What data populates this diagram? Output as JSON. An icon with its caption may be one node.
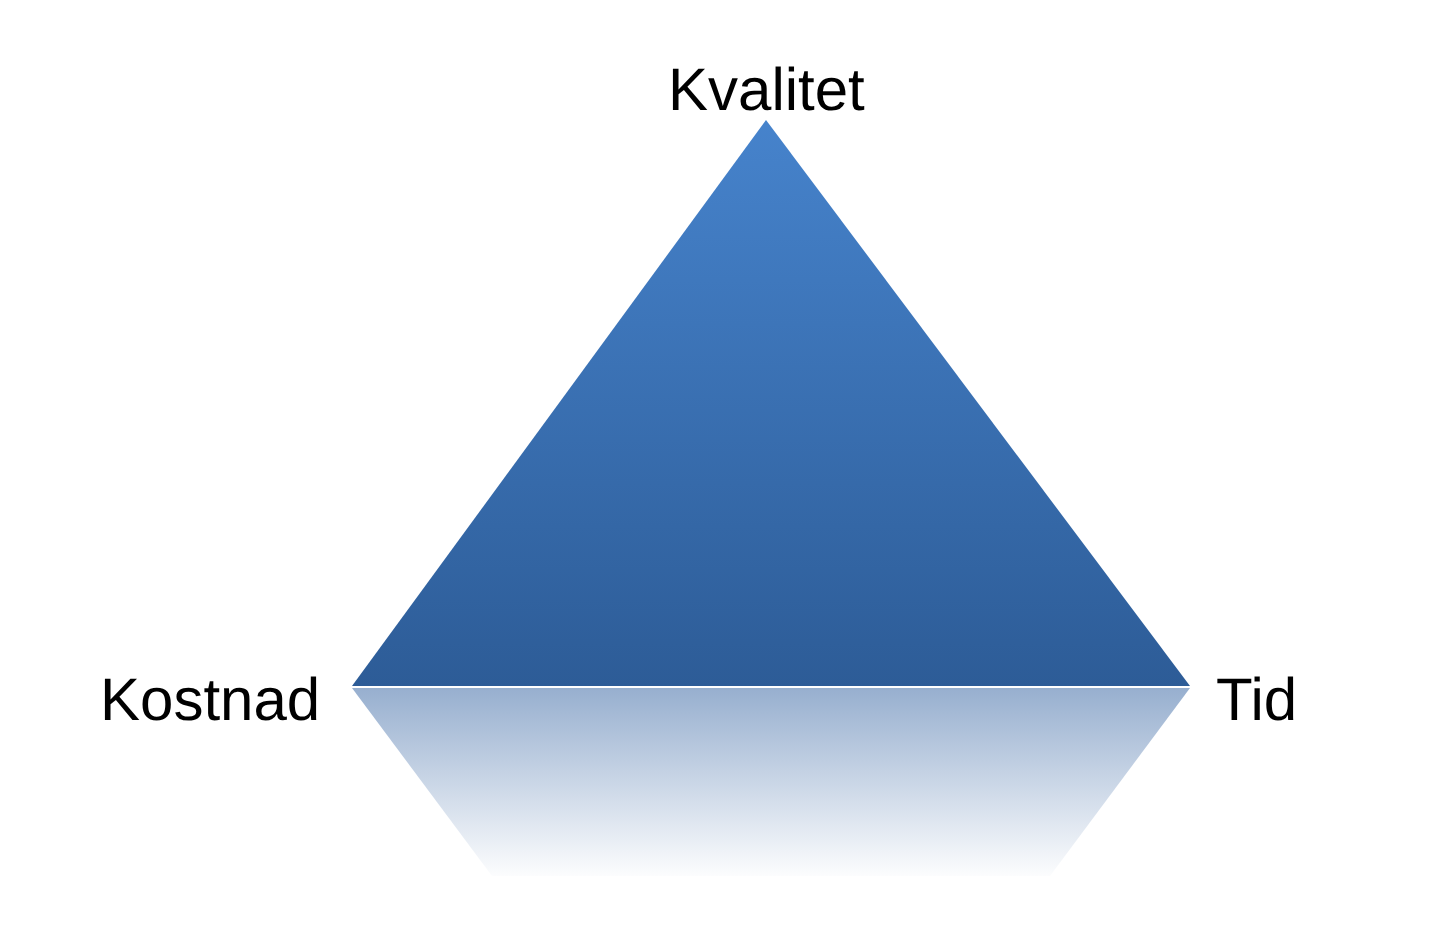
{
  "diagram": {
    "labels": [
      "Kvalitet",
      "Kostnad",
      "Tid"
    ]
  }
}
